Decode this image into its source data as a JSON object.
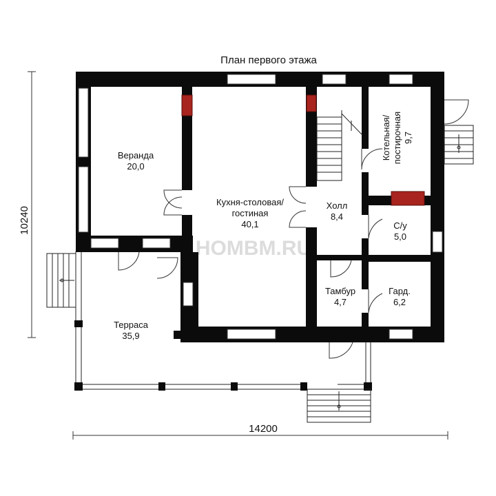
{
  "title": "План первого этажа",
  "watermark": "HOMBM.RU",
  "dimensions": {
    "width": "14200",
    "height": "10240"
  },
  "rooms": [
    {
      "id": "veranda",
      "name": "Веранда",
      "area": "20,0"
    },
    {
      "id": "kitchen",
      "name_line1": "Кухня-столовая/",
      "name_line2": "гостиная",
      "area": "40,1"
    },
    {
      "id": "hall",
      "name": "Холл",
      "area": "8,4"
    },
    {
      "id": "boiler",
      "name_line1": "Котельная/",
      "name_line2": "постирочная",
      "area": "9,7"
    },
    {
      "id": "bathroom",
      "name": "С/у",
      "area": "5,0"
    },
    {
      "id": "vestibule",
      "name": "Тамбур",
      "area": "4,7"
    },
    {
      "id": "wardrobe",
      "name": "Гард.",
      "area": "6,2"
    },
    {
      "id": "terrace",
      "name": "Терраса",
      "area": "35,9"
    }
  ],
  "colors": {
    "wall": "#0b0b0b",
    "stove": "#a8241e",
    "watermark": "#d9d9d9"
  }
}
